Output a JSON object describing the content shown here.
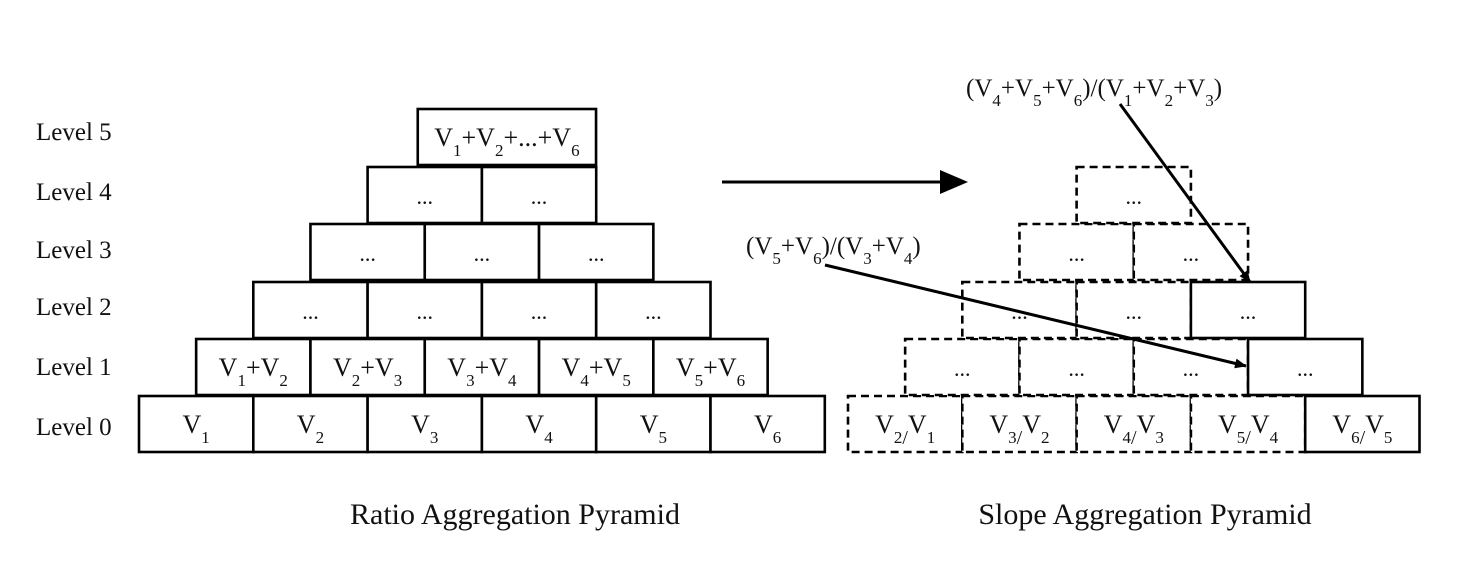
{
  "levels": [
    "Level 5",
    "Level 4",
    "Level 3",
    "Level 2",
    "Level 1",
    "Level 0"
  ],
  "ratio_pyramid": {
    "caption": "Ratio Aggregation Pyramid",
    "level5": [
      {
        "sum": [
          [
            "V",
            "1"
          ],
          [
            "V",
            "2"
          ],
          [
            "…",
            ""
          ],
          [
            "V",
            "6"
          ]
        ]
      }
    ],
    "level4": [
      "...",
      "..."
    ],
    "level3": [
      "...",
      "...",
      "..."
    ],
    "level2": [
      {
        "text": "...",
        "fill": "grid"
      },
      {
        "text": "...",
        "fill": "none"
      },
      {
        "text": "...",
        "fill": "none"
      },
      {
        "text": "...",
        "fill": "grid"
      }
    ],
    "level1": [
      {
        "a": [
          "V",
          "1"
        ],
        "b": [
          "V",
          "2"
        ],
        "fill": "none"
      },
      {
        "a": [
          "V",
          "2"
        ],
        "b": [
          "V",
          "3"
        ],
        "fill": "none"
      },
      {
        "a": [
          "V",
          "3"
        ],
        "b": [
          "V",
          "4"
        ],
        "fill": "vertical"
      },
      {
        "a": [
          "V",
          "4"
        ],
        "b": [
          "V",
          "5"
        ],
        "fill": "none"
      },
      {
        "a": [
          "V",
          "5"
        ],
        "b": [
          "V",
          "6"
        ],
        "fill": "vertical"
      }
    ],
    "level0": [
      {
        "v": "V",
        "sub": "1",
        "fill": "none"
      },
      {
        "v": "V",
        "sub": "2",
        "fill": "none"
      },
      {
        "v": "V",
        "sub": "3",
        "fill": "none"
      },
      {
        "v": "V",
        "sub": "4",
        "fill": "none"
      },
      {
        "v": "V",
        "sub": "5",
        "fill": "diagonal"
      },
      {
        "v": "V",
        "sub": "6",
        "fill": "diagonal"
      }
    ]
  },
  "slope_pyramid": {
    "caption": "Slope Aggregation Pyramid",
    "level4": [
      "..."
    ],
    "level3": [
      "...",
      "..."
    ],
    "level2": [
      {
        "text": "...",
        "style": "dashed"
      },
      {
        "text": "...",
        "style": "dashed"
      },
      {
        "text": "...",
        "style": "solid"
      }
    ],
    "level1": [
      {
        "text": "...",
        "style": "dashed"
      },
      {
        "text": "...",
        "style": "dashed"
      },
      {
        "text": "...",
        "style": "dashed"
      },
      {
        "text": "...",
        "style": "solid"
      }
    ],
    "level0": [
      {
        "num": "2",
        "den": "1",
        "style": "dashed"
      },
      {
        "num": "3",
        "den": "2",
        "style": "dashed"
      },
      {
        "num": "4",
        "den": "3",
        "style": "dashed"
      },
      {
        "num": "5",
        "den": "4",
        "style": "dashed"
      },
      {
        "num": "6",
        "den": "5",
        "style": "solid"
      }
    ]
  },
  "annotations": {
    "top": {
      "num": [
        "4",
        "5",
        "6"
      ],
      "den": [
        "1",
        "2",
        "3"
      ]
    },
    "middle": {
      "num": [
        "5",
        "6"
      ],
      "den": [
        "3",
        "4"
      ]
    }
  }
}
